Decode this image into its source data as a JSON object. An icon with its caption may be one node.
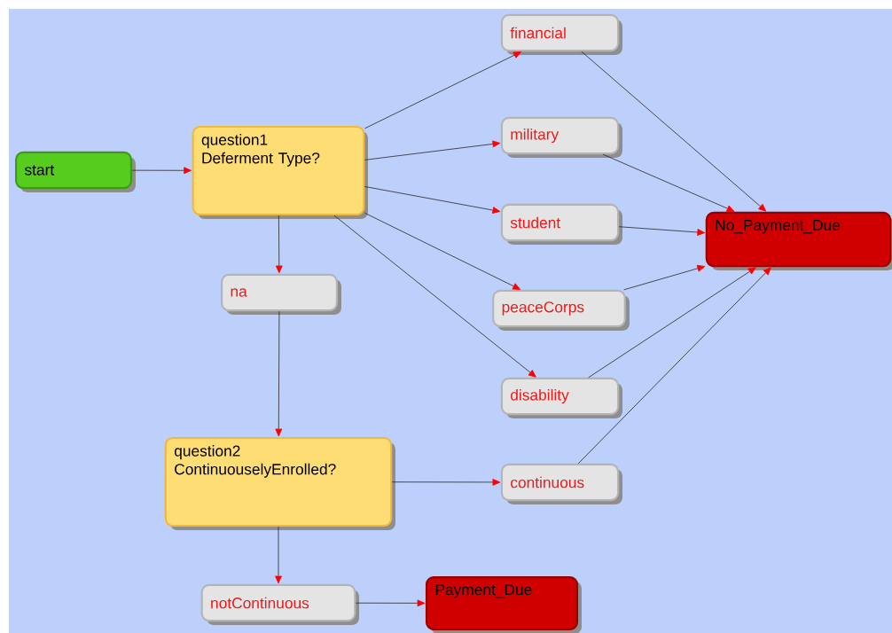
{
  "diagram": {
    "nodes": [
      {
        "text": [
          "start"
        ]
      },
      {
        "text": [
          "question1",
          "Deferment Type?"
        ]
      },
      {
        "text": [
          "financial"
        ]
      },
      {
        "text": [
          "military"
        ]
      },
      {
        "text": [
          "student"
        ]
      },
      {
        "text": [
          "peaceCorps"
        ]
      },
      {
        "text": [
          "disability"
        ]
      },
      {
        "text": [
          "No_Payment_Due"
        ]
      },
      {
        "text": [
          "na"
        ]
      },
      {
        "text": [
          "question2",
          "ContinuouselyEnrolled?"
        ]
      },
      {
        "text": [
          "continuous"
        ]
      },
      {
        "text": [
          "notContinuous"
        ]
      },
      {
        "text": [
          "Payment_Due"
        ]
      }
    ],
    "edges": [
      {
        "from": 0,
        "to": 1,
        "arrow": "to"
      },
      {
        "from": 1,
        "to": 2,
        "arrow": "to"
      },
      {
        "from": 1,
        "to": 3,
        "arrow": "to"
      },
      {
        "from": 1,
        "to": 4,
        "arrow": "to"
      },
      {
        "from": 1,
        "to": 5,
        "arrow": "to"
      },
      {
        "from": 1,
        "to": 6,
        "arrow": "to"
      },
      {
        "from": 1,
        "to": 8,
        "arrow": "to"
      },
      {
        "from": 2,
        "to": 7,
        "arrow": "to"
      },
      {
        "from": 3,
        "to": 7,
        "arrow": "to"
      },
      {
        "from": 4,
        "to": 7,
        "arrow": "to"
      },
      {
        "from": 5,
        "to": 7,
        "arrow": "to"
      },
      {
        "from": 6,
        "to": 7,
        "arrow": "to"
      },
      {
        "from": 10,
        "to": 7,
        "arrow": "to"
      },
      {
        "from": 8,
        "to": 9,
        "arrow": "to"
      },
      {
        "from": 9,
        "to": 10,
        "arrow": "to"
      },
      {
        "from": 9,
        "to": 11,
        "arrow": "to"
      },
      {
        "from": 11,
        "to": 12,
        "arrow": "to"
      }
    ]
  }
}
